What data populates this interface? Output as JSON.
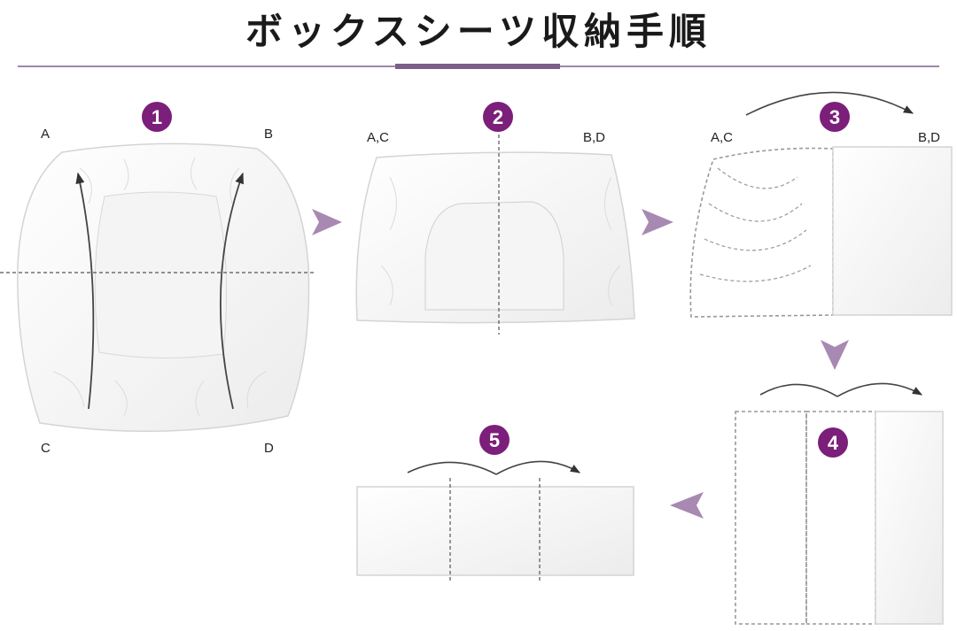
{
  "title": "ボックスシーツ収納手順",
  "colors": {
    "accent": "#7b1f7a",
    "rule": "#9a88a8",
    "arrow": "#a889b2"
  },
  "steps": [
    {
      "number": "1",
      "labels": {
        "top_left": "A",
        "top_right": "B",
        "bottom_left": "C",
        "bottom_right": "D"
      }
    },
    {
      "number": "2",
      "labels": {
        "left": "A,C",
        "right": "B,D"
      }
    },
    {
      "number": "3",
      "labels": {
        "left": "A,C",
        "right": "B,D"
      }
    },
    {
      "number": "4"
    },
    {
      "number": "5"
    }
  ]
}
